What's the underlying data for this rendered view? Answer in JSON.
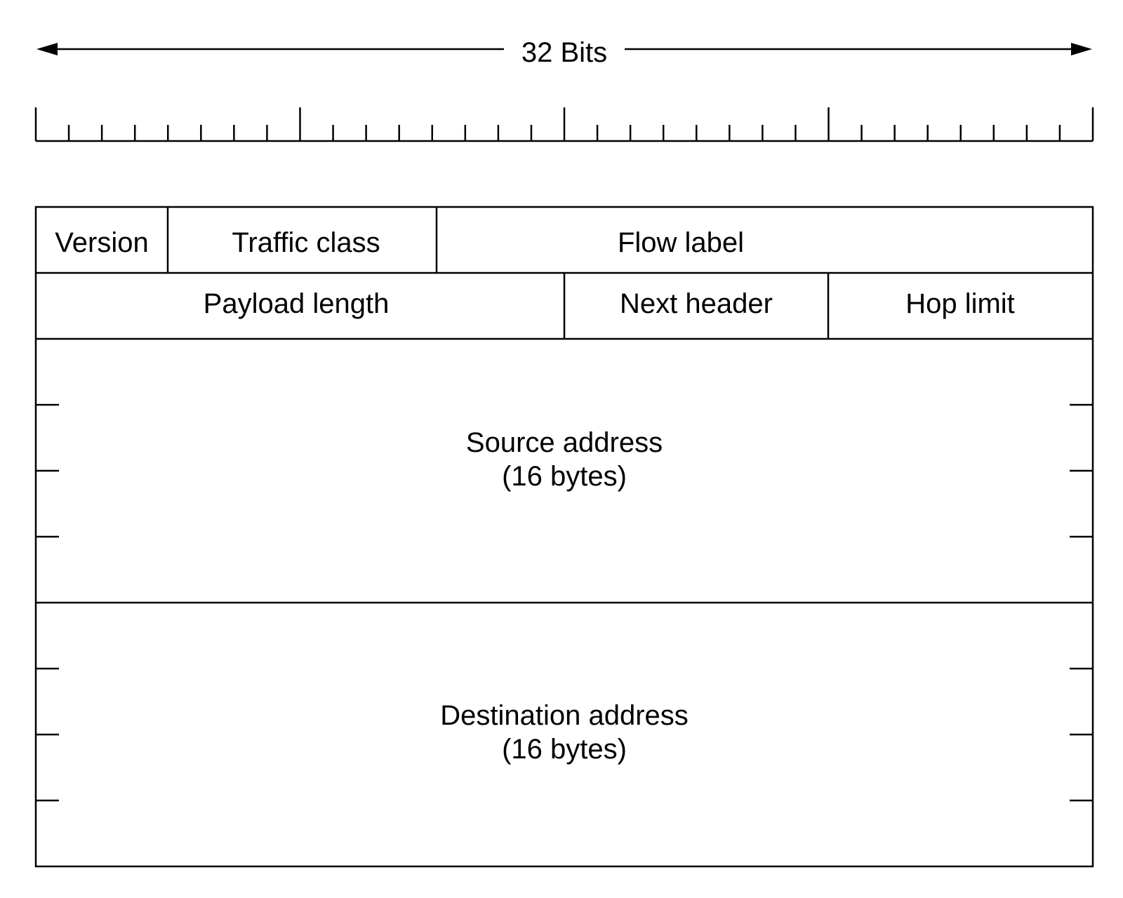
{
  "width_label": "32 Bits",
  "bits": 32,
  "header_fields": {
    "version": "Version",
    "traffic_class": "Traffic class",
    "flow_label": "Flow label",
    "payload_length": "Payload length",
    "next_header": "Next header",
    "hop_limit": "Hop limit"
  },
  "source_address": {
    "name": "Source address",
    "size": "(16 bytes)"
  },
  "destination_address": {
    "name": "Destination address",
    "size": "(16 bytes)"
  },
  "colors": {
    "line": "#000000",
    "background": "#ffffff"
  }
}
